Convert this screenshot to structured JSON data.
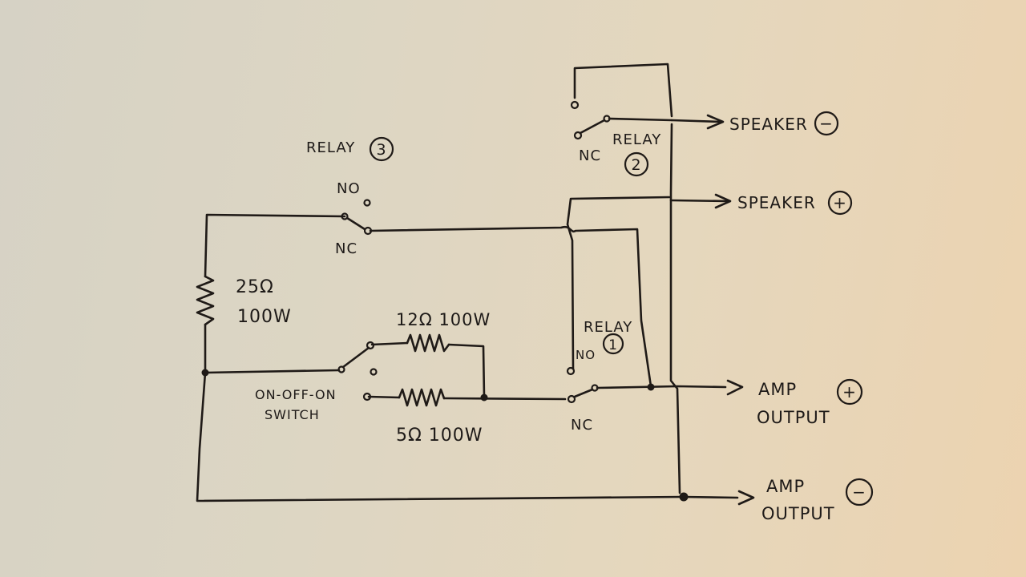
{
  "relay3": {
    "title": "RELAY",
    "number": "3",
    "no": "NO",
    "nc": "NC"
  },
  "relay2": {
    "title": "RELAY",
    "number": "2",
    "nc": "NC"
  },
  "relay1": {
    "title": "RELAY",
    "number": "1",
    "no": "NO",
    "nc": "NC"
  },
  "resistor25": {
    "ohms": "25Ω",
    "watts": "100W"
  },
  "resistor12": {
    "label": "12Ω 100W"
  },
  "resistor5": {
    "label": "5Ω 100W"
  },
  "switch": {
    "line1": "ON-OFF-ON",
    "line2": "SWITCH"
  },
  "speaker_neg": {
    "label": "SPEAKER",
    "sign": "−"
  },
  "speaker_pos": {
    "label": "SPEAKER",
    "sign": "+"
  },
  "amp_pos": {
    "line1": "AMP",
    "line2": "OUTPUT",
    "sign": "+"
  },
  "amp_neg": {
    "line1": "AMP",
    "line2": "OUTPUT",
    "sign": "−"
  }
}
